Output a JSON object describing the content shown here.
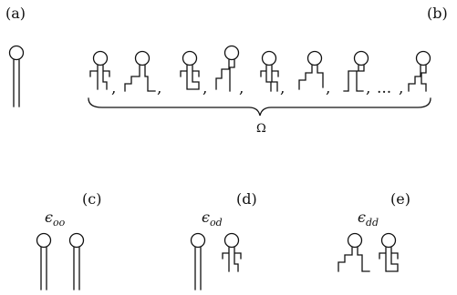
{
  "panels": {
    "a": {
      "label": "(a)"
    },
    "b": {
      "label": "(b)",
      "separator": ",",
      "ellipsis": "...",
      "brace_label": "Ω"
    },
    "c": {
      "label": "(c)",
      "energy_symbol": "ϵ",
      "energy_sub": "oo"
    },
    "d": {
      "label": "(d)",
      "energy_symbol": "ϵ",
      "energy_sub": "od"
    },
    "e": {
      "label": "(e)",
      "energy_symbol": "ϵ",
      "energy_sub": "dd"
    }
  }
}
